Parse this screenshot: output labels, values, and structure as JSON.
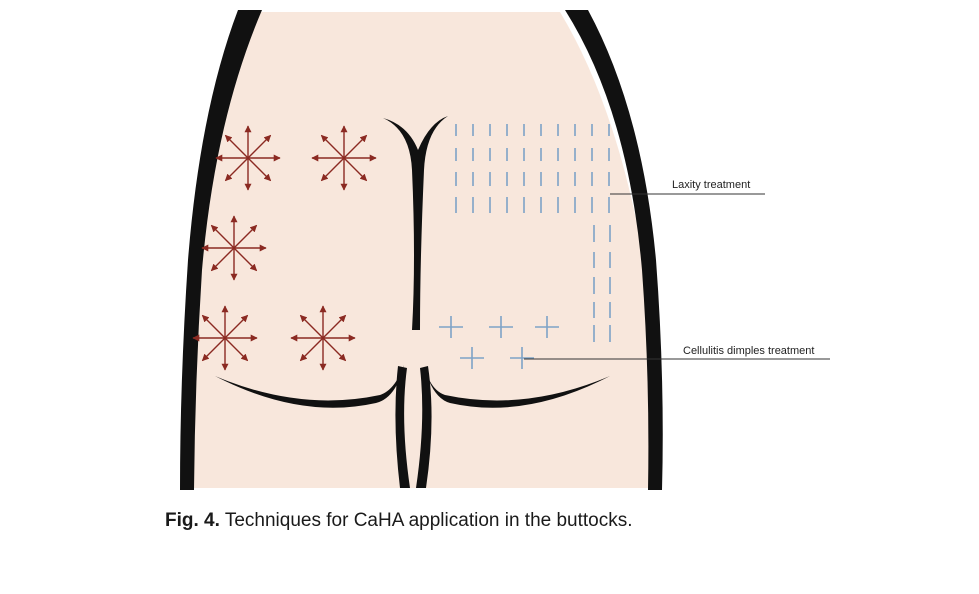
{
  "diagram": {
    "labels": {
      "laxity": "Laxity treatment",
      "cellulitis": "Cellulitis dimples treatment"
    },
    "colors": {
      "skin": "#f8e7dc",
      "outline": "#111111",
      "fan_arrows": "#8b2a22",
      "linear_lines": "#7ea3c7",
      "crosses": "#7ea3c7",
      "leader": "#333333"
    }
  },
  "caption": {
    "prefix": "Fig. 4.",
    "text": " Techniques for CaHA application in the buttocks."
  }
}
